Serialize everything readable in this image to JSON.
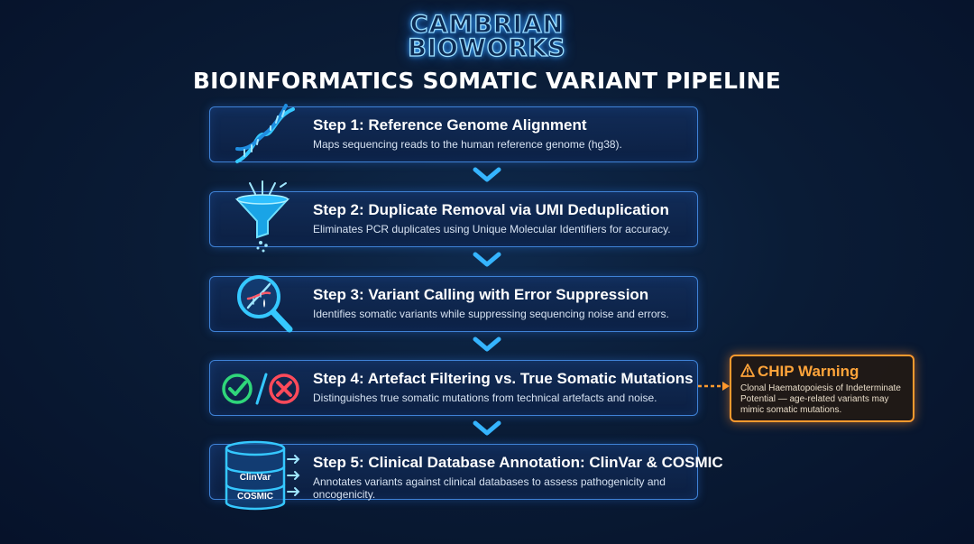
{
  "brand": {
    "line1": "CAMBRIAN",
    "line2": "BIOWORKS"
  },
  "title": "BIOINFORMATICS SOMATIC VARIANT PIPELINE",
  "steps": [
    {
      "title": "Step 1: Reference Genome Alignment",
      "description": "Maps sequencing reads to the human reference genome (hg38).",
      "icon": "dna-icon"
    },
    {
      "title": "Step 2: Duplicate Removal via UMI Deduplication",
      "description": "Eliminates PCR duplicates using Unique Molecular Identifiers for accuracy.",
      "icon": "funnel-icon"
    },
    {
      "title": "Step 3: Variant Calling with Error Suppression",
      "description": "Identifies somatic variants while suppressing sequencing noise and errors.",
      "icon": "magnifier-dna-icon"
    },
    {
      "title": "Step 4: Artefact Filtering vs. True Somatic Mutations",
      "description": "Distinguishes true somatic mutations from technical artefacts and noise.",
      "icon": "check-cross-icon"
    },
    {
      "title": "Step 5: Clinical Database Annotation: ClinVar & COSMIC",
      "description": "Annotates variants against clinical databases to assess pathogenicity and oncogenicity.",
      "icon": "database-icon"
    }
  ],
  "database_labels": {
    "clinvar": "ClinVar",
    "cosmic": "COSMIC"
  },
  "warning": {
    "title": "CHIP Warning",
    "text": "Clonal Haematopoiesis of Indeterminate Potential — age-related variants may mimic somatic mutations.",
    "icon": "warning-triangle-icon"
  },
  "colors": {
    "background": "#0a1c36",
    "step_border": "#3f82d6",
    "accent_cyan": "#35c8ff",
    "warning_orange": "#ff9a2e",
    "check_green": "#2fd67a",
    "cross_red": "#ff4a5a"
  }
}
